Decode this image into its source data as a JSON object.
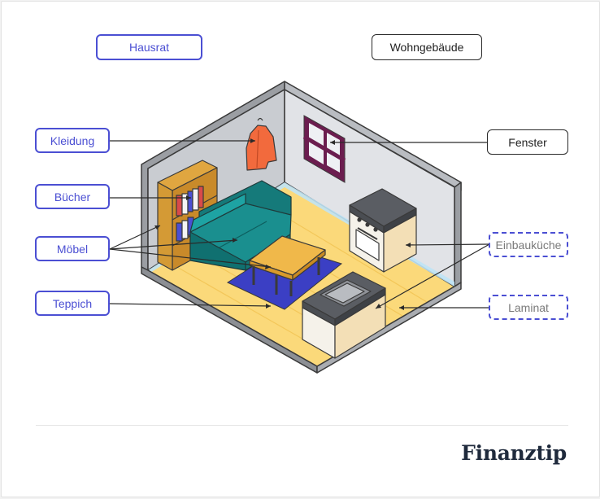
{
  "categories": {
    "hausrat": "Hausrat",
    "wohngebaeude": "Wohngebäude"
  },
  "items": {
    "kleidung": "Kleidung",
    "buecher": "Bücher",
    "moebel": "Möbel",
    "teppich": "Teppich",
    "fenster": "Fenster",
    "einbaukueche": "Einbauküche",
    "laminat": "Laminat"
  },
  "brand": {
    "logo_text": "Finanztip"
  },
  "colors": {
    "accent_blue": "#4b4fd3",
    "floor": "#fbd97a",
    "sofa": "#1a8f8f",
    "rug": "#3b3fc4",
    "jacket": "#f26a3d",
    "cabinet": "#f3dfb6",
    "window_frame": "#6b1d4f",
    "text_dark": "#1f2a3c"
  }
}
